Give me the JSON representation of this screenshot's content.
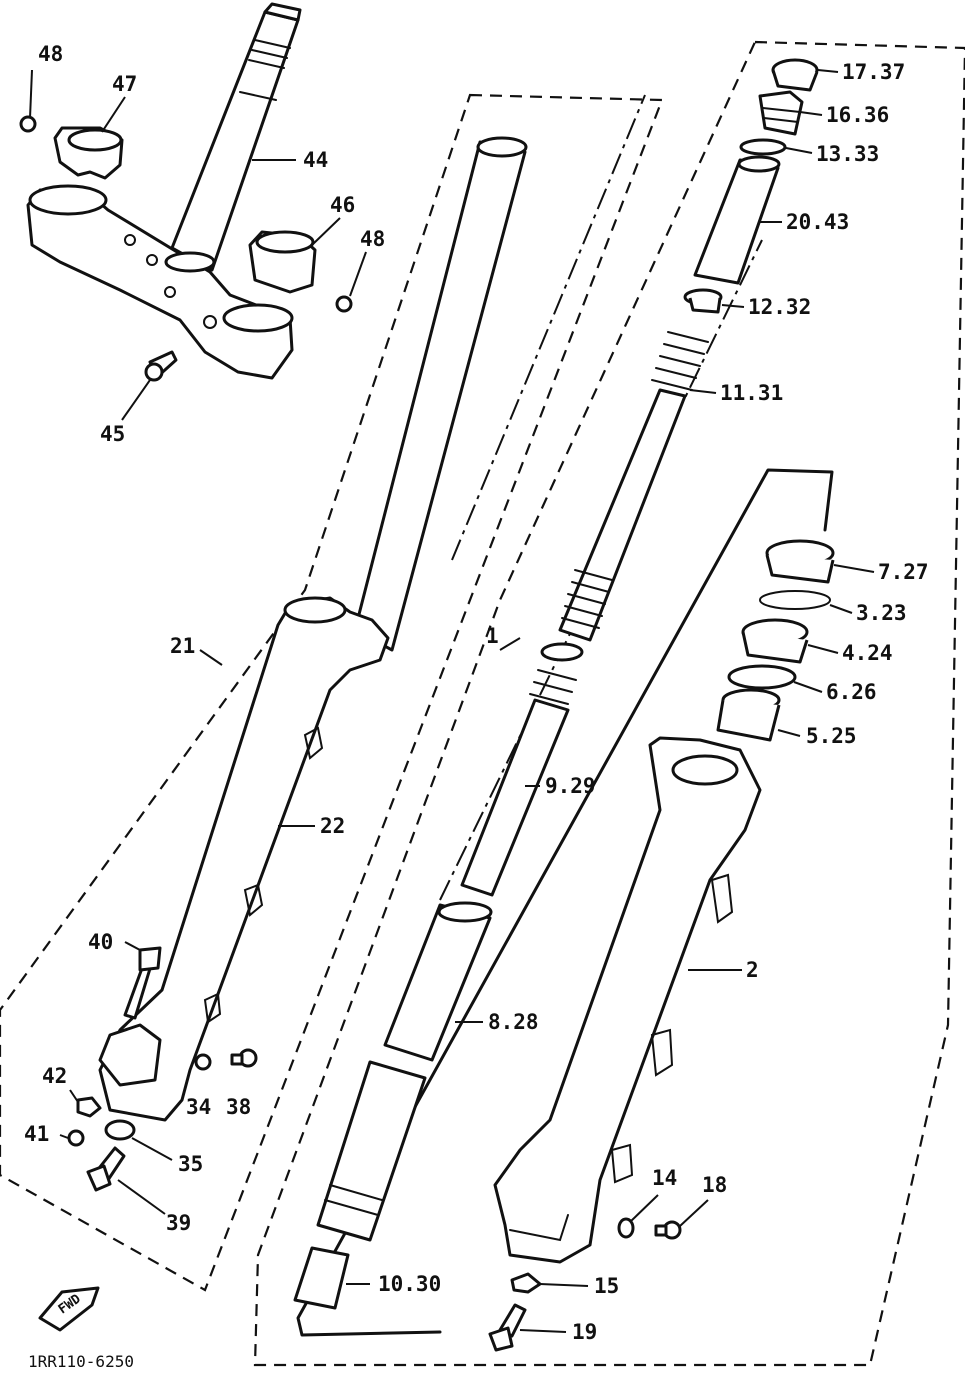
{
  "diagram": {
    "drawing_code": "1RR110-6250",
    "fwd_badge": "FWD",
    "labels": {
      "p48a": "48",
      "p47": "47",
      "p44": "44",
      "p46": "46",
      "p48b": "48",
      "p45": "45",
      "p17_37": "17.37",
      "p16_36": "16.36",
      "p13_33": "13.33",
      "p20_43": "20.43",
      "p12_32": "12.32",
      "p11_31": "11.31",
      "p7_27": "7.27",
      "p3_23": "3.23",
      "p4_24": "4.24",
      "p6_26": "6.26",
      "p5_25": "5.25",
      "p9_29": "9.29",
      "p1": "1",
      "p21": "21",
      "p22": "22",
      "p2": "2",
      "p40": "40",
      "p8_28": "8.28",
      "p42": "42",
      "p34": "34",
      "p38": "38",
      "p41": "41",
      "p35": "35",
      "p39": "39",
      "p14": "14",
      "p18": "18",
      "p15": "15",
      "p10_30": "10.30",
      "p19": "19"
    }
  }
}
